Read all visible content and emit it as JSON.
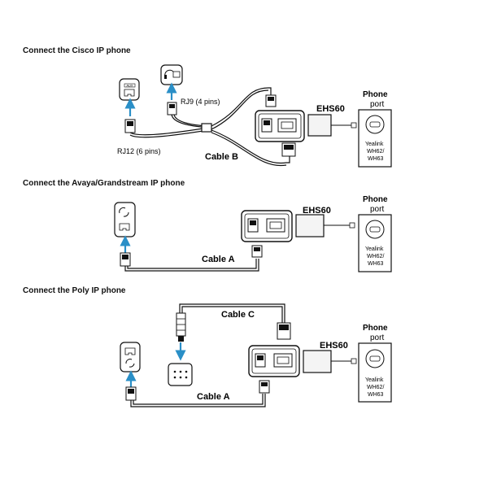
{
  "sections": [
    {
      "heading": "Connect the Cisco IP phone",
      "cable_label": "Cable B",
      "device": "EHS60",
      "port_line1": "Phone",
      "port_line2": "port",
      "headset_line1": "Yealink",
      "headset_line2": "WH62/",
      "headset_line3": "WH63",
      "rj9_label": "RJ9 (4 pins)",
      "rj12_label": "RJ12 (6 pins)",
      "aux_label": "AUX"
    },
    {
      "heading": "Connect the Avaya/Grandstream IP phone",
      "cable_label": "Cable A",
      "device": "EHS60",
      "port_line1": "Phone",
      "port_line2": "port",
      "headset_line1": "Yealink",
      "headset_line2": "WH62/",
      "headset_line3": "WH63"
    },
    {
      "heading": "Connect the Poly IP phone",
      "cable_label": "Cable A",
      "cable2_label": "Cable C",
      "device": "EHS60",
      "port_line1": "Phone",
      "port_line2": "port",
      "headset_line1": "Yealink",
      "headset_line2": "WH62/",
      "headset_line3": "WH63"
    }
  ],
  "icons": {
    "headset": "headset-icon",
    "phone_port": "phone-jack-icon",
    "connector": "rj-connector-icon",
    "arrow": "arrow-up-icon",
    "usb": "usb-port-icon"
  },
  "colors": {
    "arrow": "#2a8fc7",
    "line": "#111111",
    "ehs_body": "#f4f4f4"
  }
}
